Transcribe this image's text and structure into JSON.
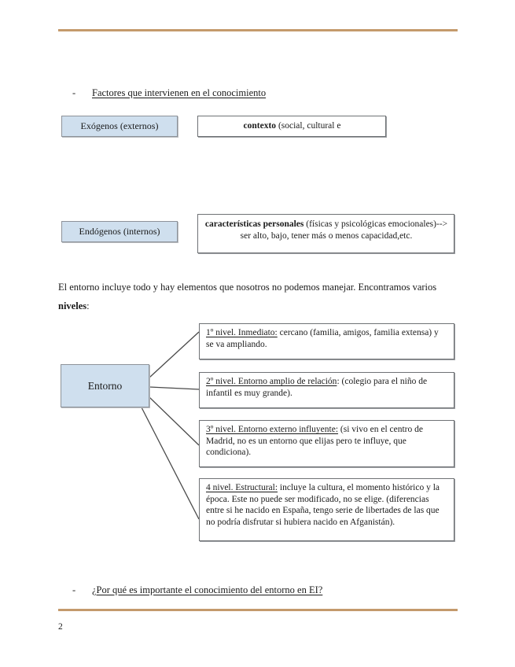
{
  "page": {
    "number": "2",
    "rule_color": "#c49a6c"
  },
  "colors": {
    "blue_box_fill": "#cfdfee",
    "blue_box_border": "#8d9299",
    "white_box_border": "#6f7275",
    "connector": "#4a4a4a",
    "text": "#1a1a1a"
  },
  "sections": {
    "heading_bullet": {
      "dash": "-",
      "text": "Factores que intervienen en el conocimiento"
    },
    "closing_bullet": {
      "dash": "-",
      "text": "¿Por qué es importante el conocimiento del entorno en EI?"
    }
  },
  "factores": [
    {
      "label": "Exógenos (externos)",
      "description_bold": "contexto",
      "description_rest": " (social, cultural e"
    },
    {
      "label": "Endógenos (internos)",
      "description_bold": "características personales",
      "description_rest": " (físicas y psicológicas emocionales)--> ser alto, bajo, tener más o menos capacidad,etc."
    }
  ],
  "paragraph": {
    "part1": "El entorno incluye todo y hay elementos que nosotros no podemos manejar. Encontramos varios ",
    "bold": "niveles",
    "part2": ":"
  },
  "entorno": {
    "label": "Entorno"
  },
  "niveles": [
    {
      "lead": "1º nivel. Inmediato:",
      "body": " cercano (familia, amigos, familia extensa) y se va ampliando."
    },
    {
      "lead": "2º nivel. Entorno amplio de relación",
      "body": ": (colegio para el niño de infantil es muy grande)."
    },
    {
      "lead": "3º nivel. Entorno externo influyente:",
      "body": " (si vivo en el centro de Madrid, no es un entorno que elijas pero te influye, que condiciona)."
    },
    {
      "lead": "4 nivel. Estructural:",
      "body": " incluye la cultura, el momento histórico y la época. Este no puede ser modificado, no se elige. (diferencias entre si he nacido en España, tengo serie de libertades de las que no podría disfrutar si hubiera nacido en Afganistán)."
    }
  ]
}
